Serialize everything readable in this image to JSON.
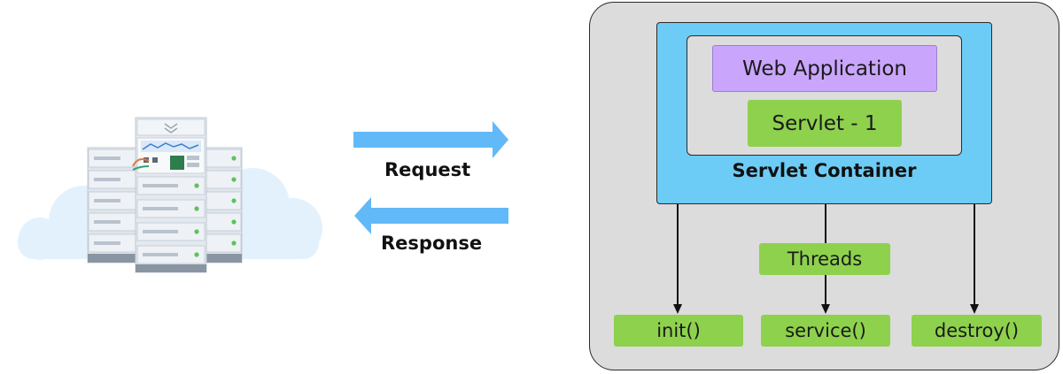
{
  "labels": {
    "request": "Request",
    "response": "Response"
  },
  "container": {
    "web_application": "Web Application",
    "servlet": "Servlet - 1",
    "container_label": "Servlet Container",
    "threads": "Threads"
  },
  "methods": [
    "init()",
    "service()",
    "destroy()"
  ],
  "icons": {
    "server": "server-rack-icon",
    "cloud": "cloud-icon"
  },
  "colors": {
    "arrow": "#62b9f7",
    "container": "#6dccf5",
    "panel": "#dcdcdc",
    "web_app": "#c9a5fb",
    "green_box": "#8ed14d"
  }
}
